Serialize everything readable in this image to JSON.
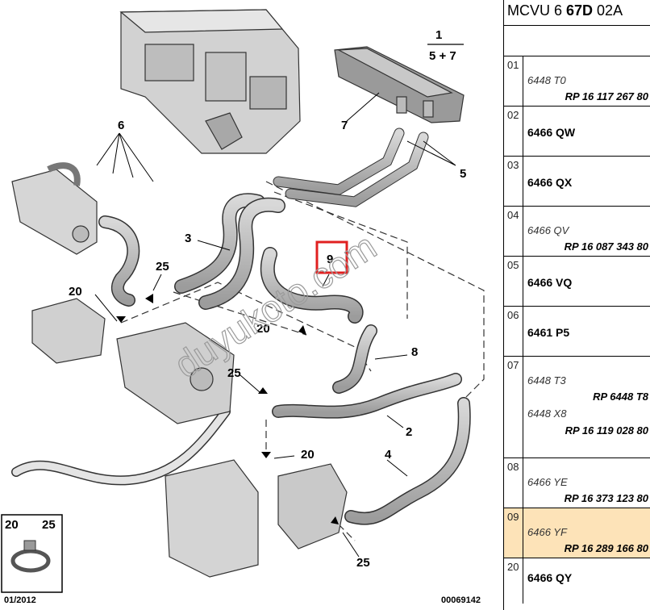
{
  "diagram": {
    "callouts": [
      "1",
      "5 + 7",
      "6",
      "7",
      "5",
      "3",
      "25",
      "20",
      "9",
      "8",
      "20",
      "25",
      "2",
      "4",
      "20",
      "25"
    ],
    "watermark": "duyukoto.com",
    "inset_labels": [
      "20",
      "25"
    ],
    "date": "01/2012",
    "reference": "00069142",
    "highlight_color": "#e02020"
  },
  "panel": {
    "header": {
      "prefix": "MCVU 6 ",
      "bold": "67D",
      "suffix": " 02A"
    },
    "rows": [
      {
        "num": "01",
        "lines": [
          {
            "text": "6448 T0"
          },
          {
            "text": "RP 16 117 267 80"
          }
        ]
      },
      {
        "num": "02",
        "lines": [
          {
            "text": "6466 QW"
          }
        ]
      },
      {
        "num": "03",
        "lines": [
          {
            "text": "6466 QX"
          }
        ]
      },
      {
        "num": "04",
        "lines": [
          {
            "text": "6466 QV"
          },
          {
            "text": "RP 16 087 343 80"
          }
        ]
      },
      {
        "num": "05",
        "lines": [
          {
            "text": "6466 VQ"
          }
        ]
      },
      {
        "num": "06",
        "lines": [
          {
            "text": "6461 P5"
          }
        ]
      },
      {
        "num": "07",
        "lines": [
          {
            "text": "6448 T3"
          },
          {
            "text": "RP 6448 T8"
          },
          {
            "text": "6448 X8"
          },
          {
            "text": "RP 16 119 028 80"
          }
        ]
      },
      {
        "num": "08",
        "lines": [
          {
            "text": "6466 YE"
          },
          {
            "text": "RP 16 373 123 80"
          }
        ]
      },
      {
        "num": "09",
        "selected": true,
        "lines": [
          {
            "text": "6466 YF"
          },
          {
            "text": "RP 16 289 166 80"
          }
        ]
      },
      {
        "num": "20",
        "lines": [
          {
            "text": "6466 QY"
          }
        ]
      }
    ],
    "selected_color": "#fde3b8"
  }
}
